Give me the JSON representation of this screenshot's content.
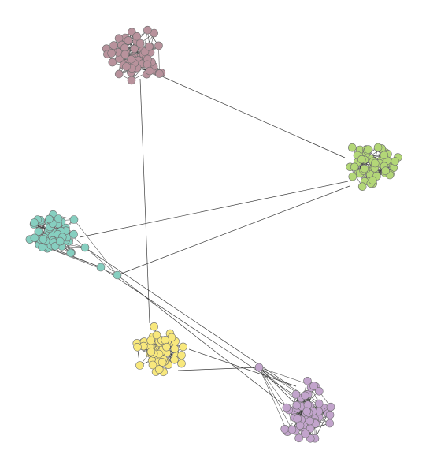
{
  "graph": {
    "type": "network-graph",
    "clusters": [
      {
        "id": "mauve",
        "color": "#b8929c",
        "node_count": 60
      },
      {
        "id": "green",
        "color": "#b3d777",
        "node_count": 60
      },
      {
        "id": "teal",
        "color": "#86cfc0",
        "node_count": 60
      },
      {
        "id": "yellow",
        "color": "#f8e87c",
        "node_count": 60
      },
      {
        "id": "lavender",
        "color": "#c2a4cc",
        "node_count": 60
      }
    ],
    "bridge_nodes": [
      {
        "id": "teal-bridge-1",
        "cluster": "teal"
      },
      {
        "id": "teal-bridge-2",
        "cluster": "teal"
      },
      {
        "id": "teal-bridge-3",
        "cluster": "teal"
      },
      {
        "id": "lavender-bridge-1",
        "cluster": "lavender"
      }
    ],
    "inter_cluster_edges": [
      {
        "from": "mauve",
        "to": "green"
      },
      {
        "from": "mauve",
        "to": "yellow"
      },
      {
        "from": "teal",
        "to": "green"
      },
      {
        "from": "teal-bridge-3",
        "to": "green"
      },
      {
        "from": "teal-bridge-1",
        "to": "lavender"
      },
      {
        "from": "teal-bridge-2",
        "to": "lavender"
      },
      {
        "from": "teal-bridge-3",
        "to": "lavender"
      },
      {
        "from": "yellow",
        "to": "lavender"
      },
      {
        "from": "yellow",
        "to": "lavender-bridge-1"
      }
    ]
  }
}
